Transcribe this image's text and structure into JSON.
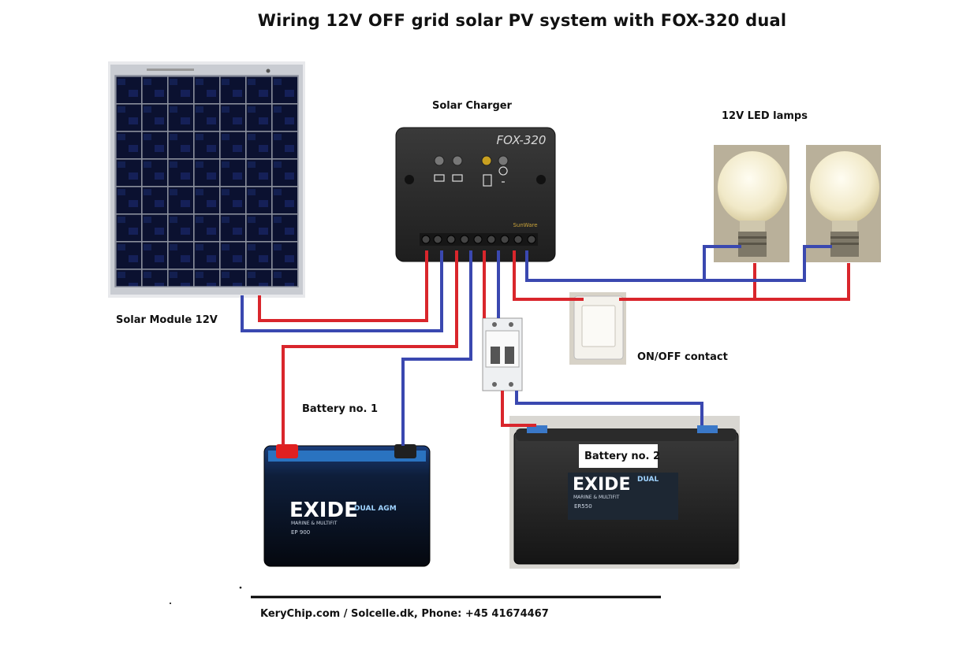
{
  "title": "Wiring 12V OFF grid solar PV system with FOX-320 dual",
  "labels": {
    "solar_charger": "Solar Charger",
    "led_lamps": "12V LED lamps",
    "solar_module": "Solar Module 12V",
    "on_off": "ON/OFF contact",
    "battery1": "Battery  no. 1",
    "battery2": "Battery no. 2"
  },
  "charger": {
    "model": "FOX-320",
    "brand": "SunWare"
  },
  "batteries": {
    "brand": "EXIDE",
    "b1_series": "DUAL AGM",
    "b1_sub": "MARINE & MULTIFIT",
    "b1_model": "EP 900",
    "b2_series": "DUAL",
    "b2_sub": "MARINE & MULTIFIT",
    "b2_model": "ER550"
  },
  "footer": "KeryChip.com / Solcelle.dk, Phone: +45 41674467",
  "colors": {
    "positive_wire": "#d9262c",
    "negative_wire": "#3a48b0",
    "panel_cell": "#0c1230",
    "charger_body": "#2a2a2a",
    "battery_accent": "#2a8fd0"
  }
}
